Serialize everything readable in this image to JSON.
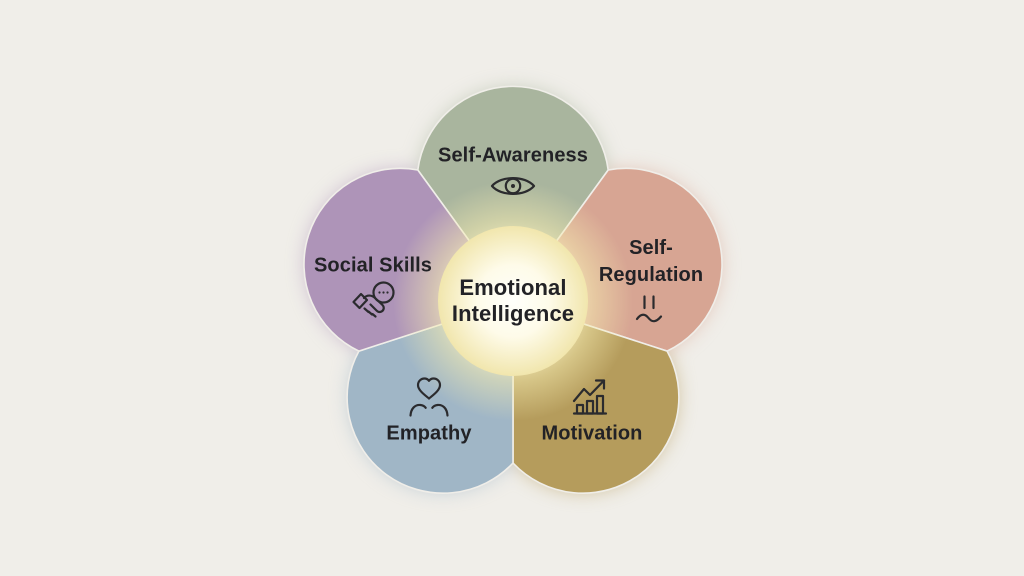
{
  "diagram": {
    "background_color": "#f0eee9",
    "text_color": "#222226",
    "icon_color": "#2b2b2e",
    "center": {
      "line1": "Emotional",
      "line2": "Intelligence",
      "fill_inner": "#fffffb",
      "fill_mid": "#fefbe9",
      "fill_edge": "#f1e6ad",
      "glow_inner": "#fbf2c6",
      "glow_outer": "#f5ecb0"
    },
    "petals": [
      {
        "id": "self-awareness",
        "label": "Self-Awareness",
        "icon": "eye-icon",
        "color": "#a9b59e"
      },
      {
        "id": "self-regulation",
        "label_line1": "Self-",
        "label_line2": "Regulation",
        "icon": "pause-wave-icon",
        "color": "#d7a593"
      },
      {
        "id": "motivation",
        "label": "Motivation",
        "icon": "growth-chart-icon",
        "color": "#b59c5c"
      },
      {
        "id": "empathy",
        "label": "Empathy",
        "icon": "heart-hands-icon",
        "color": "#a0b6c6"
      },
      {
        "id": "social-skills",
        "label": "Social Skills",
        "icon": "handshake-icon",
        "color": "#ae94b8"
      }
    ]
  }
}
